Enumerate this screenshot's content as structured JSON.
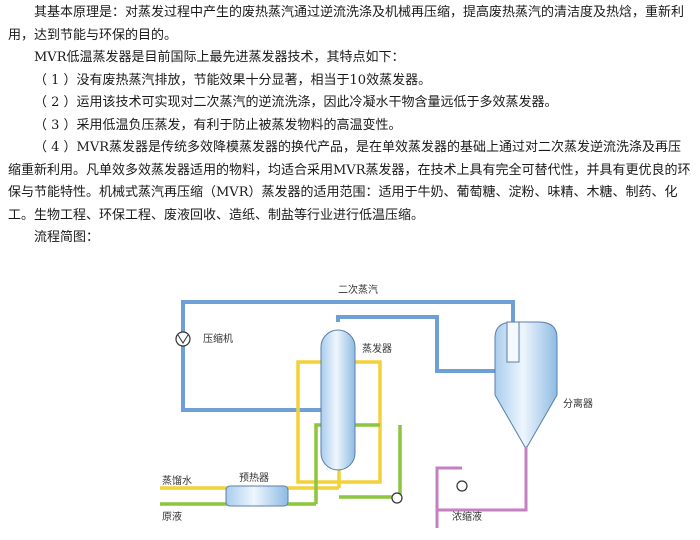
{
  "paragraphs": [
    "其基本原理是：对蒸发过程中产生的废热蒸汽通过逆流洗涤及机械再压缩，提高废热蒸汽的清洁度及热焓，重新利用，达到节能与环保的目的。",
    "MVR低温蒸发器是目前国际上最先进蒸发器技术，其特点如下：",
    "（ 1 ）没有废热蒸汽排放，节能效果十分显著，相当于10效蒸发器。",
    "（ 2 ）运用该技术可实现对二次蒸汽的逆流洗涤，因此冷凝水干物含量远低于多效蒸发器。",
    "（ 3 ）采用低温负压蒸发，有利于防止被蒸发物料的高温变性。",
    "（ 4 ）MVR蒸发器是传统多效降模蒸发器的换代产品，是在单效蒸发器的基础上通过对二次蒸发逆流洗涤及再压缩重新利用。凡单效多效蒸发器适用的物料，均适合采用MVR蒸发器，在技术上具有完全可替代性，并具有更优良的环保与节能特性。机械式蒸汽再压缩（MVR）蒸发器的适用范围：适用于牛奶、葡萄糖、淀粉、味精、木糖、制药、化工。生物工程、环保工程、废液回收、造纸、制盐等行业进行低温压缩。"
  ],
  "diagram_heading": "流程简图：",
  "diagram": {
    "labels": {
      "secondary_steam": "二次蒸汽",
      "compressor": "压缩机",
      "evaporator": "蒸发器",
      "separator": "分离器",
      "preheater": "预热器",
      "distilled_water": "蒸馏水",
      "raw_liquid": "原液",
      "concentrate": "浓缩液"
    },
    "colors": {
      "steam_line": "#6e9fd6",
      "heating_loop": "#f2d13a",
      "feed_line": "#8cc63f",
      "concentrate_line": "#c67fc0",
      "vessel_fill": "#cfe5f7",
      "vessel_stroke": "#5a7fa8"
    }
  }
}
